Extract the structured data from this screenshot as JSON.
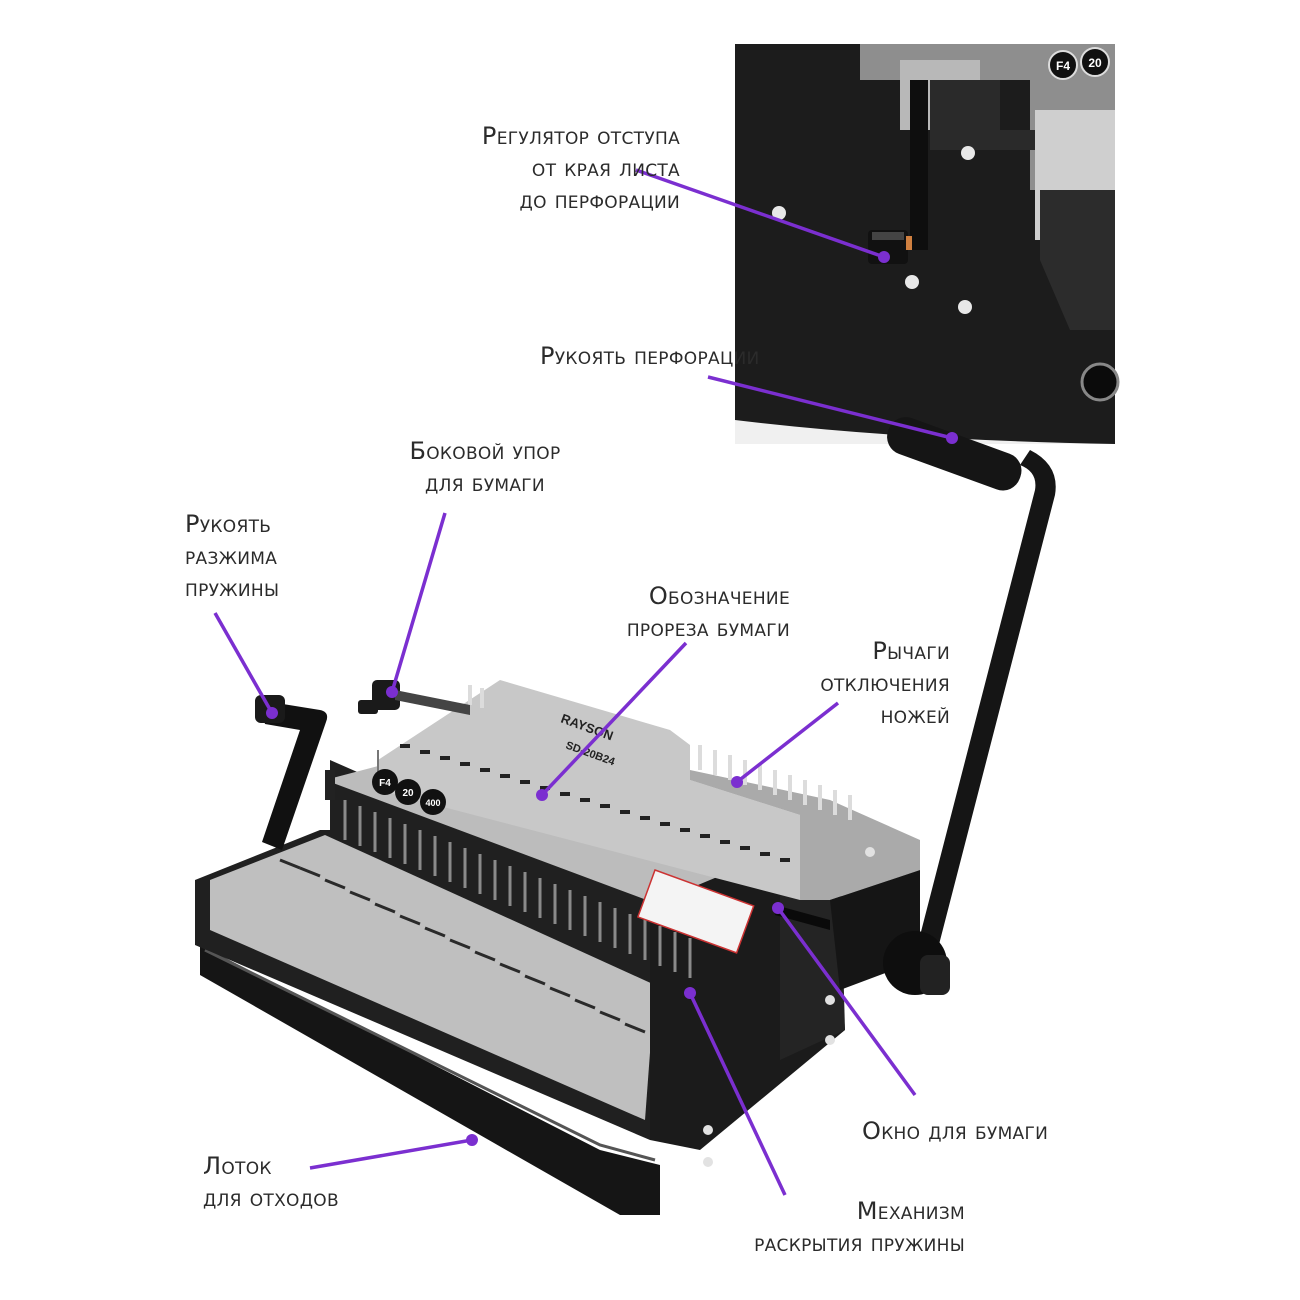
{
  "labels": {
    "offset_regulator": "Регулятор отступа\nот края листа\nдо перфорации",
    "punch_handle": "Рукоять перфорации",
    "side_stop": "Боковой упор\nдля бумаги",
    "spring_release_handle": "Рукоять\nразжима\nпружины",
    "slot_marking": "Обозначение\nпрореза бумаги",
    "knife_levers": "Рычаги\nотключения\nножей",
    "paper_window": "Окно для бумаги",
    "waste_tray": "Лоток\nдля отходов",
    "spring_mechanism": "Механизм\nраскрытия пружины"
  },
  "device": {
    "brand": "RAYSON",
    "model": "SD-20B24",
    "badge_size": "F4",
    "badge_sheets": "20",
    "badge_capacity": "400"
  },
  "colors": {
    "accent": "#7b2fd0",
    "body_dark": "#1e1e1e",
    "panel_gray": "#bdbdbd",
    "text": "#2b2b2b"
  }
}
